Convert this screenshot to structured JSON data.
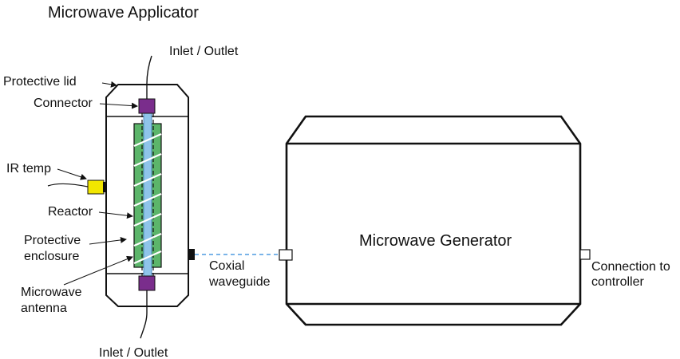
{
  "title": "Microwave Applicator",
  "labels": {
    "inlet_top": "Inlet / Outlet",
    "inlet_bottom": "Inlet / Outlet",
    "protective_lid": "Protective lid",
    "connector": "Connector",
    "ir_temp": "IR temp",
    "reactor": "Reactor",
    "protective_enclosure_1": "Protective",
    "protective_enclosure_2": "enclosure",
    "microwave_antenna_1": "Microwave",
    "microwave_antenna_2": "antenna",
    "coaxial_1": "Coxial",
    "coaxial_2": "waveguide",
    "generator": "Microwave Generator",
    "connection_1": "Connection to",
    "connection_2": "controller"
  },
  "colors": {
    "connector": "#7a2d8c",
    "reactor": "#5cb56a",
    "antenna": "#8fc4ea",
    "ir_sensor": "#f2e600",
    "waveguide_line": "#4f9be0",
    "outline": "#111111"
  }
}
